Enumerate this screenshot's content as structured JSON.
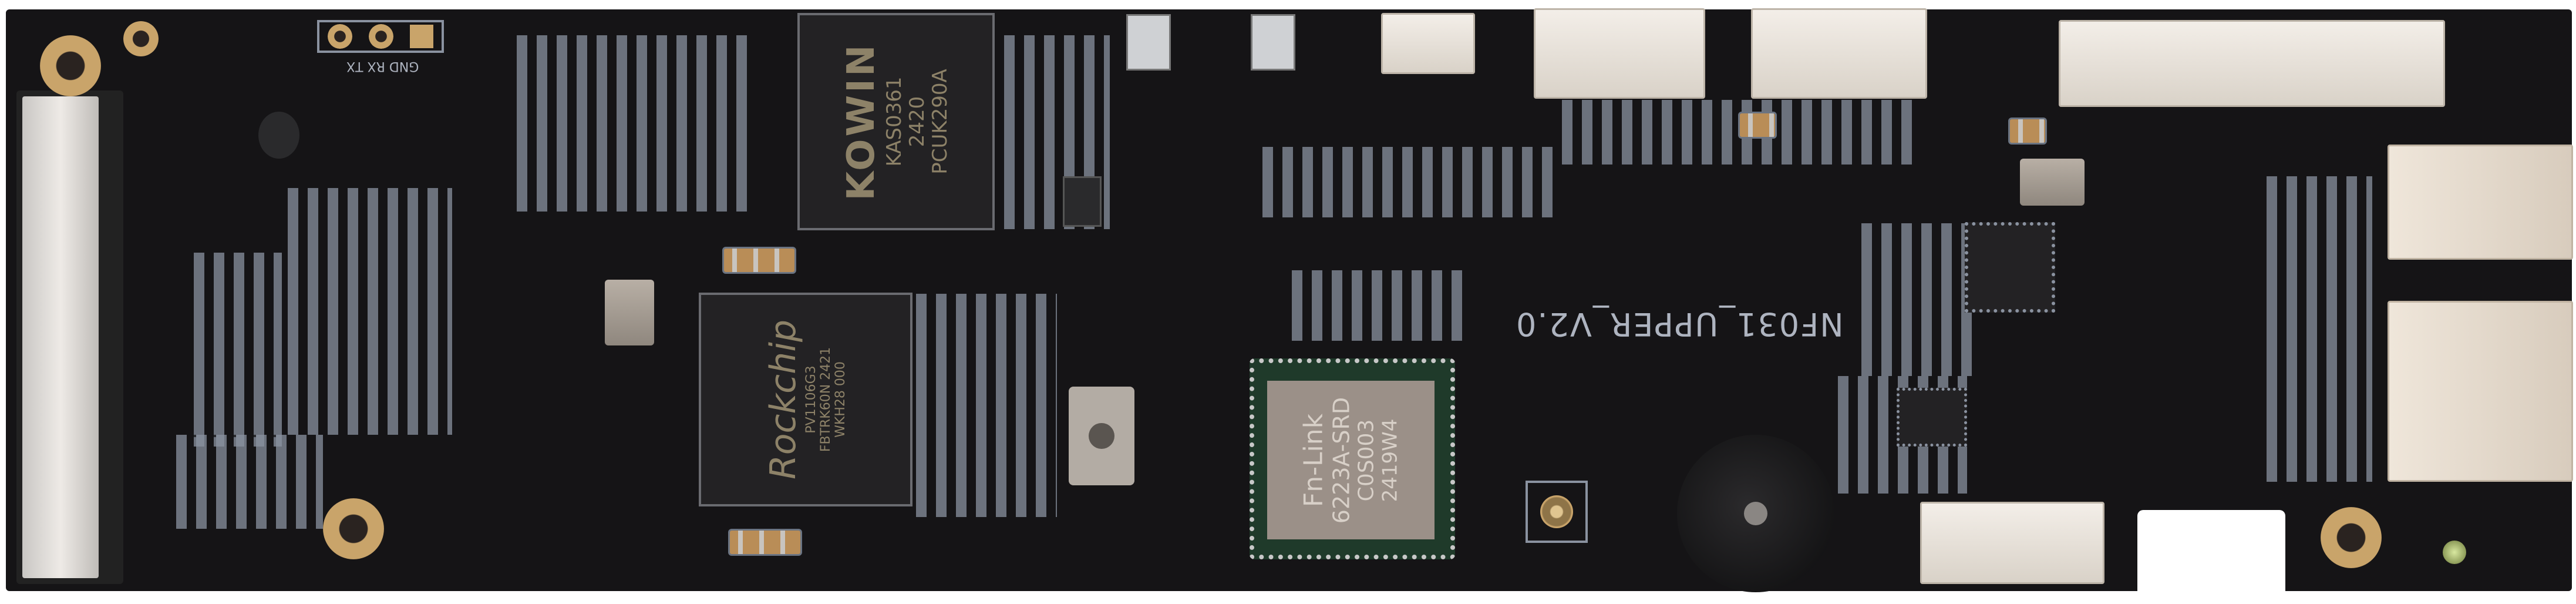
{
  "board": {
    "label": "NF031_UPPER_V2.0",
    "uart_header_labels": "GND RX TX",
    "colors": {
      "solder_mask": "#151416",
      "silkscreen": "#aeb4c0",
      "gold": "#c9a46a"
    }
  },
  "chips": {
    "memory": {
      "brand": "KOWIN",
      "line1": "KAS0361",
      "line2": "2420",
      "line3": "PCUK290A"
    },
    "soc": {
      "brand": "Rockchip",
      "line1": "PV1106G3",
      "line2": "FBTRK60N 2421",
      "line3": "WKH28 000"
    },
    "wifi_module": {
      "brand": "Fn-Link",
      "line1": "6223A-SRD",
      "line2": "C0S003",
      "line3": "2419W4"
    }
  }
}
